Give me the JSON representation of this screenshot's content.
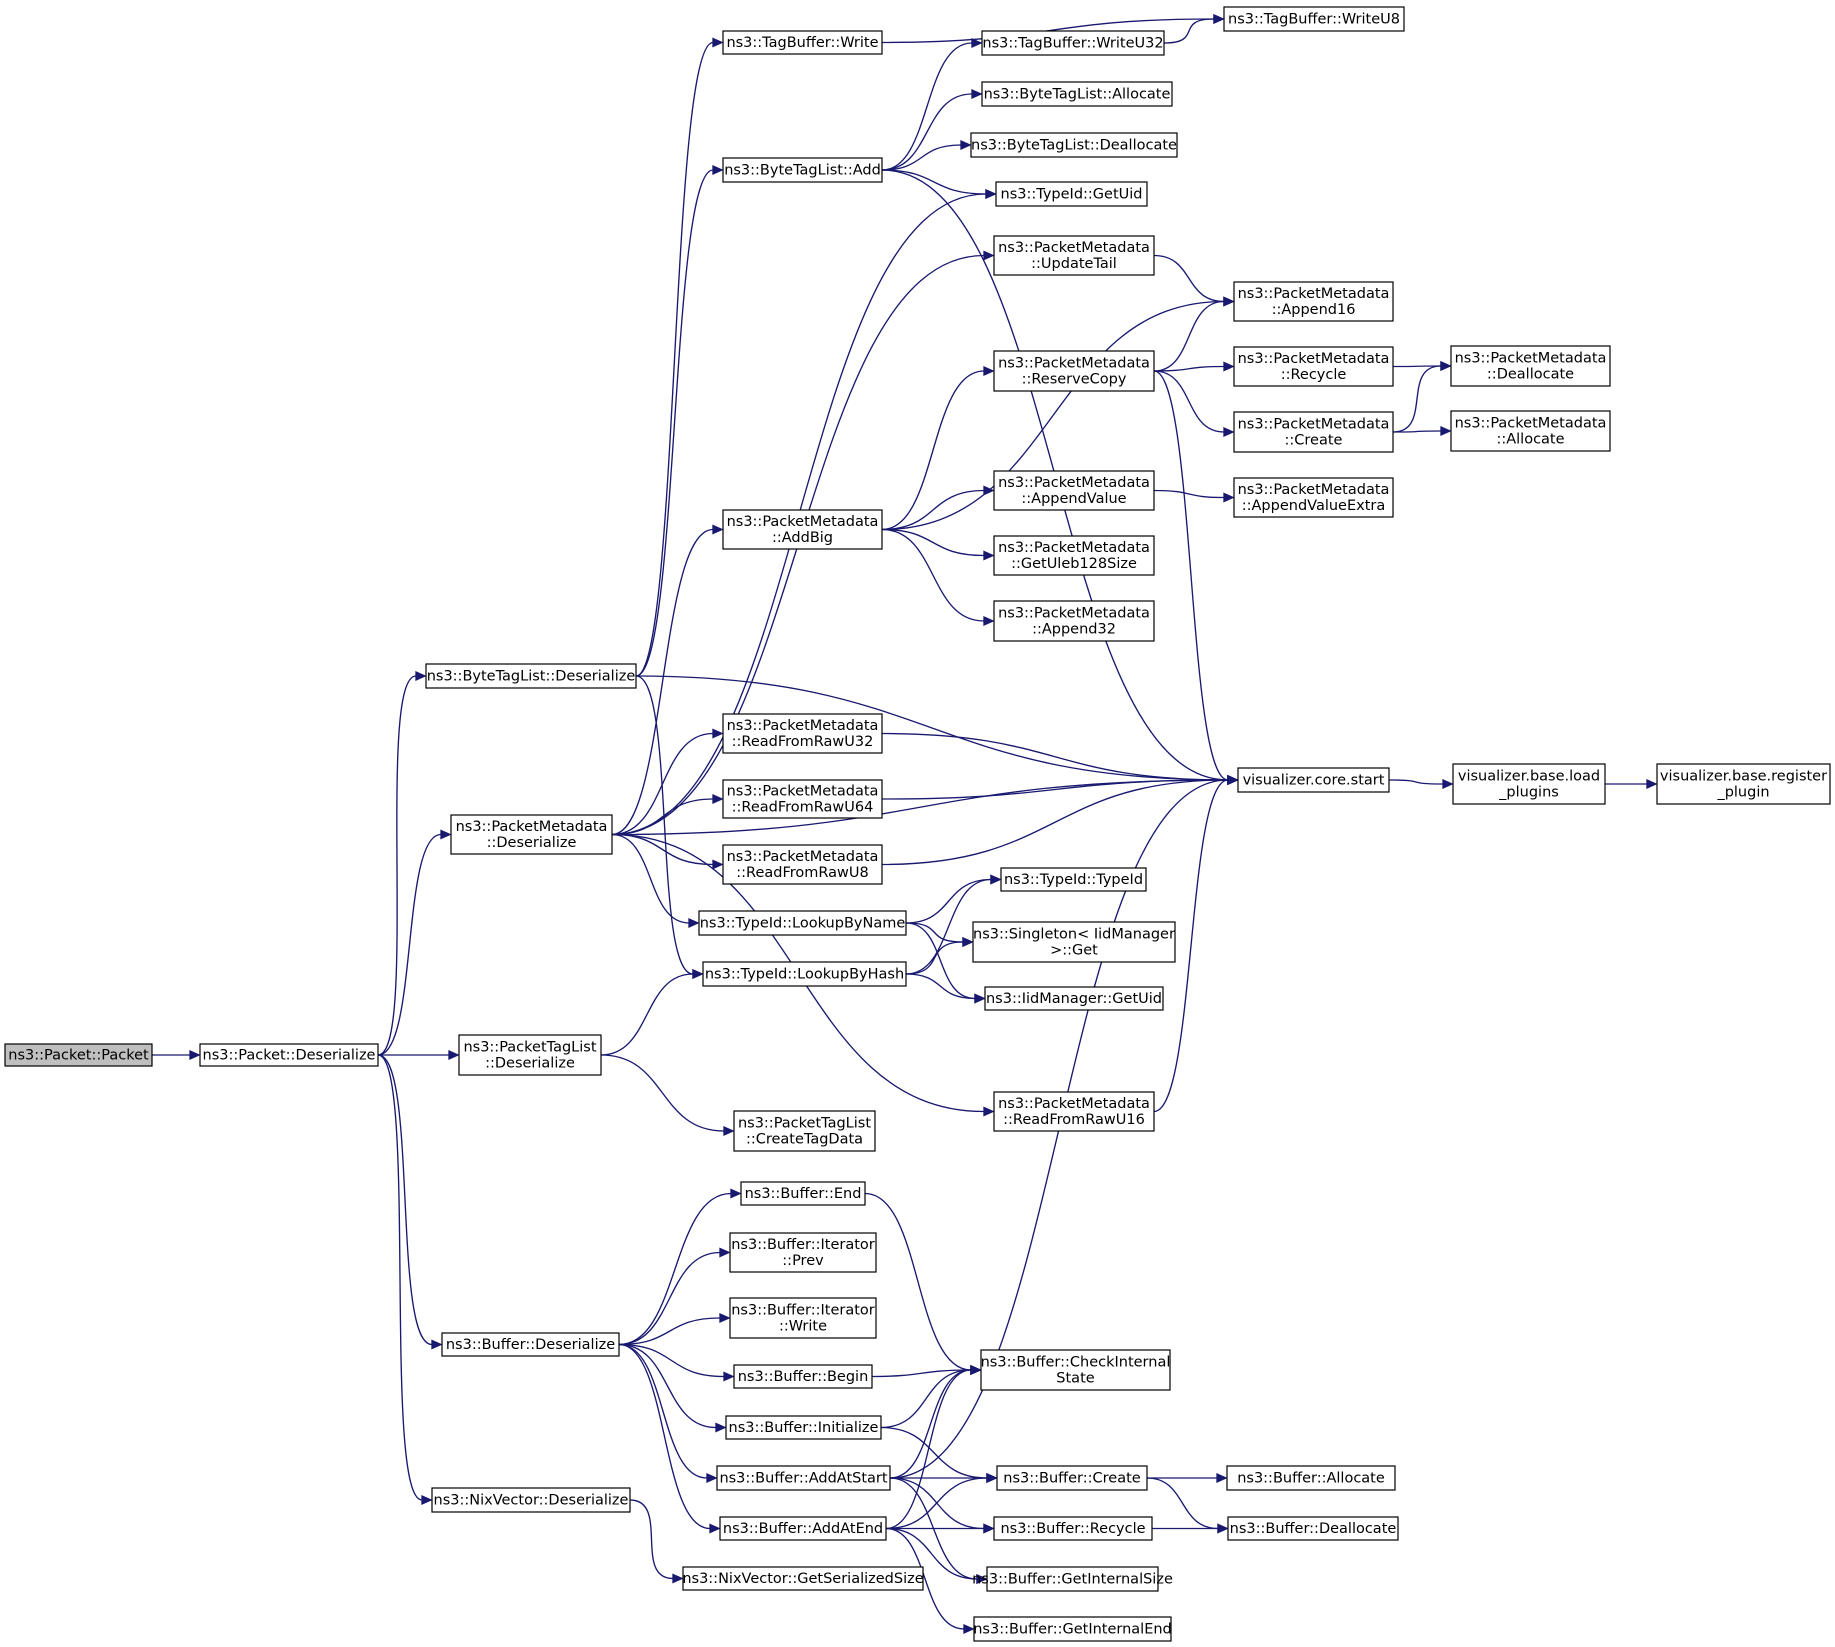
{
  "graph": {
    "root": "packet_packet",
    "colors": {
      "edge": "#191970",
      "node_border": "#000000",
      "node_fill": "#ffffff",
      "root_fill": "#bfbfbf"
    },
    "nodes": [
      {
        "id": "packet_packet",
        "lines": [
          "ns3::Packet::Packet"
        ],
        "root": true
      },
      {
        "id": "packet_deser",
        "lines": [
          "ns3::Packet::Deserialize"
        ]
      },
      {
        "id": "btl_deser",
        "lines": [
          "ns3::ByteTagList::Deserialize"
        ]
      },
      {
        "id": "pm_deser",
        "lines": [
          "ns3::PacketMetadata",
          "::Deserialize"
        ]
      },
      {
        "id": "ptl_deser",
        "lines": [
          "ns3::PacketTagList",
          "::Deserialize"
        ]
      },
      {
        "id": "buf_deser",
        "lines": [
          "ns3::Buffer::Deserialize"
        ]
      },
      {
        "id": "nix_deser",
        "lines": [
          "ns3::NixVector::Deserialize"
        ]
      },
      {
        "id": "tb_write",
        "lines": [
          "ns3::TagBuffer::Write"
        ]
      },
      {
        "id": "btl_add",
        "lines": [
          "ns3::ByteTagList::Add"
        ]
      },
      {
        "id": "pm_addbig",
        "lines": [
          "ns3::PacketMetadata",
          "::AddBig"
        ]
      },
      {
        "id": "pm_rru32",
        "lines": [
          "ns3::PacketMetadata",
          "::ReadFromRawU32"
        ]
      },
      {
        "id": "pm_rru64",
        "lines": [
          "ns3::PacketMetadata",
          "::ReadFromRawU64"
        ]
      },
      {
        "id": "pm_rru8",
        "lines": [
          "ns3::PacketMetadata",
          "::ReadFromRawU8"
        ]
      },
      {
        "id": "tid_lbn",
        "lines": [
          "ns3::TypeId::LookupByName"
        ]
      },
      {
        "id": "tid_lbh",
        "lines": [
          "ns3::TypeId::LookupByHash"
        ]
      },
      {
        "id": "ptl_ctd",
        "lines": [
          "ns3::PacketTagList",
          "::CreateTagData"
        ]
      },
      {
        "id": "buf_end",
        "lines": [
          "ns3::Buffer::End"
        ]
      },
      {
        "id": "bi_prev",
        "lines": [
          "ns3::Buffer::Iterator",
          "::Prev"
        ]
      },
      {
        "id": "bi_write",
        "lines": [
          "ns3::Buffer::Iterator",
          "::Write"
        ]
      },
      {
        "id": "buf_begin",
        "lines": [
          "ns3::Buffer::Begin"
        ]
      },
      {
        "id": "buf_init",
        "lines": [
          "ns3::Buffer::Initialize"
        ]
      },
      {
        "id": "buf_aas",
        "lines": [
          "ns3::Buffer::AddAtStart"
        ]
      },
      {
        "id": "buf_aae",
        "lines": [
          "ns3::Buffer::AddAtEnd"
        ]
      },
      {
        "id": "nix_gss",
        "lines": [
          "ns3::NixVector::GetSerializedSize"
        ]
      },
      {
        "id": "tb_wu32",
        "lines": [
          "ns3::TagBuffer::WriteU32"
        ]
      },
      {
        "id": "btl_alloc",
        "lines": [
          "ns3::ByteTagList::Allocate"
        ]
      },
      {
        "id": "btl_dealloc",
        "lines": [
          "ns3::ByteTagList::Deallocate"
        ]
      },
      {
        "id": "tid_getuid",
        "lines": [
          "ns3::TypeId::GetUid"
        ]
      },
      {
        "id": "pm_utail",
        "lines": [
          "ns3::PacketMetadata",
          "::UpdateTail"
        ]
      },
      {
        "id": "pm_rcopy",
        "lines": [
          "ns3::PacketMetadata",
          "::ReserveCopy"
        ]
      },
      {
        "id": "pm_appval",
        "lines": [
          "ns3::PacketMetadata",
          "::AppendValue"
        ]
      },
      {
        "id": "pm_guleb",
        "lines": [
          "ns3::PacketMetadata",
          "::GetUleb128Size"
        ]
      },
      {
        "id": "pm_app32",
        "lines": [
          "ns3::PacketMetadata",
          "::Append32"
        ]
      },
      {
        "id": "tid_typeid",
        "lines": [
          "ns3::TypeId::TypeId"
        ]
      },
      {
        "id": "singleton_get",
        "lines": [
          "ns3::Singleton< IidManager",
          ">::Get"
        ]
      },
      {
        "id": "iid_getuid",
        "lines": [
          "ns3::IidManager::GetUid"
        ]
      },
      {
        "id": "pm_rru16",
        "lines": [
          "ns3::PacketMetadata",
          "::ReadFromRawU16"
        ]
      },
      {
        "id": "buf_cis",
        "lines": [
          "ns3::Buffer::CheckInternal",
          "State"
        ]
      },
      {
        "id": "buf_create",
        "lines": [
          "ns3::Buffer::Create"
        ]
      },
      {
        "id": "buf_recycle",
        "lines": [
          "ns3::Buffer::Recycle"
        ]
      },
      {
        "id": "buf_gis",
        "lines": [
          "ns3::Buffer::GetInternalSize"
        ]
      },
      {
        "id": "buf_gie",
        "lines": [
          "ns3::Buffer::GetInternalEnd"
        ]
      },
      {
        "id": "tb_wu8",
        "lines": [
          "ns3::TagBuffer::WriteU8"
        ]
      },
      {
        "id": "pm_app16",
        "lines": [
          "ns3::PacketMetadata",
          "::Append16"
        ]
      },
      {
        "id": "pm_recycle",
        "lines": [
          "ns3::PacketMetadata",
          "::Recycle"
        ]
      },
      {
        "id": "pm_create",
        "lines": [
          "ns3::PacketMetadata",
          "::Create"
        ]
      },
      {
        "id": "pm_appvx",
        "lines": [
          "ns3::PacketMetadata",
          "::AppendValueExtra"
        ]
      },
      {
        "id": "viz_start",
        "lines": [
          "visualizer.core.start"
        ]
      },
      {
        "id": "buf_alloc",
        "lines": [
          "ns3::Buffer::Allocate"
        ]
      },
      {
        "id": "buf_dealloc",
        "lines": [
          "ns3::Buffer::Deallocate"
        ]
      },
      {
        "id": "pm_dealloc",
        "lines": [
          "ns3::PacketMetadata",
          "::Deallocate"
        ]
      },
      {
        "id": "pm_alloc",
        "lines": [
          "ns3::PacketMetadata",
          "::Allocate"
        ]
      },
      {
        "id": "viz_load",
        "lines": [
          "visualizer.base.load",
          "_plugins"
        ]
      },
      {
        "id": "viz_reg",
        "lines": [
          "visualizer.base.register",
          "_plugin"
        ]
      }
    ],
    "edges": [
      [
        "packet_packet",
        "packet_deser"
      ],
      [
        "packet_deser",
        "btl_deser"
      ],
      [
        "packet_deser",
        "pm_deser"
      ],
      [
        "packet_deser",
        "ptl_deser"
      ],
      [
        "packet_deser",
        "buf_deser"
      ],
      [
        "packet_deser",
        "nix_deser"
      ],
      [
        "btl_deser",
        "tb_write"
      ],
      [
        "btl_deser",
        "btl_add"
      ],
      [
        "btl_deser",
        "viz_start"
      ],
      [
        "btl_deser",
        "tid_lbh"
      ],
      [
        "tb_write",
        "tb_wu8"
      ],
      [
        "btl_add",
        "tb_wu32"
      ],
      [
        "btl_add",
        "btl_alloc"
      ],
      [
        "btl_add",
        "btl_dealloc"
      ],
      [
        "btl_add",
        "tid_getuid"
      ],
      [
        "btl_add",
        "viz_start"
      ],
      [
        "tb_wu32",
        "tb_wu8"
      ],
      [
        "pm_deser",
        "tid_getuid"
      ],
      [
        "pm_deser",
        "pm_utail"
      ],
      [
        "pm_deser",
        "pm_addbig"
      ],
      [
        "pm_deser",
        "pm_rru32"
      ],
      [
        "pm_deser",
        "pm_rru64"
      ],
      [
        "pm_deser",
        "pm_rru8"
      ],
      [
        "pm_deser",
        "tid_lbn"
      ],
      [
        "pm_deser",
        "viz_start"
      ],
      [
        "pm_deser",
        "pm_rru16"
      ],
      [
        "pm_utail",
        "pm_app16"
      ],
      [
        "pm_addbig",
        "pm_app16"
      ],
      [
        "pm_addbig",
        "pm_rcopy"
      ],
      [
        "pm_addbig",
        "pm_appval"
      ],
      [
        "pm_addbig",
        "pm_guleb"
      ],
      [
        "pm_addbig",
        "pm_app32"
      ],
      [
        "pm_rcopy",
        "pm_app16"
      ],
      [
        "pm_rcopy",
        "pm_recycle"
      ],
      [
        "pm_rcopy",
        "pm_create"
      ],
      [
        "pm_rcopy",
        "viz_start"
      ],
      [
        "pm_recycle",
        "pm_dealloc"
      ],
      [
        "pm_create",
        "pm_dealloc"
      ],
      [
        "pm_create",
        "pm_alloc"
      ],
      [
        "pm_appval",
        "pm_appvx"
      ],
      [
        "pm_rru32",
        "viz_start"
      ],
      [
        "pm_rru64",
        "viz_start"
      ],
      [
        "pm_rru8",
        "viz_start"
      ],
      [
        "pm_rru16",
        "viz_start"
      ],
      [
        "tid_lbn",
        "tid_typeid"
      ],
      [
        "tid_lbn",
        "singleton_get"
      ],
      [
        "tid_lbn",
        "iid_getuid"
      ],
      [
        "tid_lbh",
        "tid_typeid"
      ],
      [
        "tid_lbh",
        "singleton_get"
      ],
      [
        "tid_lbh",
        "iid_getuid"
      ],
      [
        "ptl_deser",
        "tid_lbh"
      ],
      [
        "ptl_deser",
        "ptl_ctd"
      ],
      [
        "viz_start",
        "viz_load"
      ],
      [
        "viz_load",
        "viz_reg"
      ],
      [
        "buf_deser",
        "buf_end"
      ],
      [
        "buf_deser",
        "bi_prev"
      ],
      [
        "buf_deser",
        "bi_write"
      ],
      [
        "buf_deser",
        "buf_begin"
      ],
      [
        "buf_deser",
        "buf_init"
      ],
      [
        "buf_deser",
        "buf_aas"
      ],
      [
        "buf_deser",
        "buf_aae"
      ],
      [
        "buf_end",
        "buf_cis"
      ],
      [
        "buf_begin",
        "buf_cis"
      ],
      [
        "buf_init",
        "buf_cis"
      ],
      [
        "buf_init",
        "buf_create"
      ],
      [
        "buf_aas",
        "buf_cis"
      ],
      [
        "buf_aas",
        "buf_create"
      ],
      [
        "buf_aas",
        "buf_recycle"
      ],
      [
        "buf_aas",
        "buf_gis"
      ],
      [
        "buf_aas",
        "viz_start"
      ],
      [
        "buf_aae",
        "buf_cis"
      ],
      [
        "buf_aae",
        "buf_create"
      ],
      [
        "buf_aae",
        "buf_recycle"
      ],
      [
        "buf_aae",
        "buf_gis"
      ],
      [
        "buf_aae",
        "buf_gie"
      ],
      [
        "buf_create",
        "buf_alloc"
      ],
      [
        "buf_create",
        "buf_dealloc"
      ],
      [
        "buf_recycle",
        "buf_dealloc"
      ],
      [
        "nix_deser",
        "nix_gss"
      ]
    ]
  }
}
